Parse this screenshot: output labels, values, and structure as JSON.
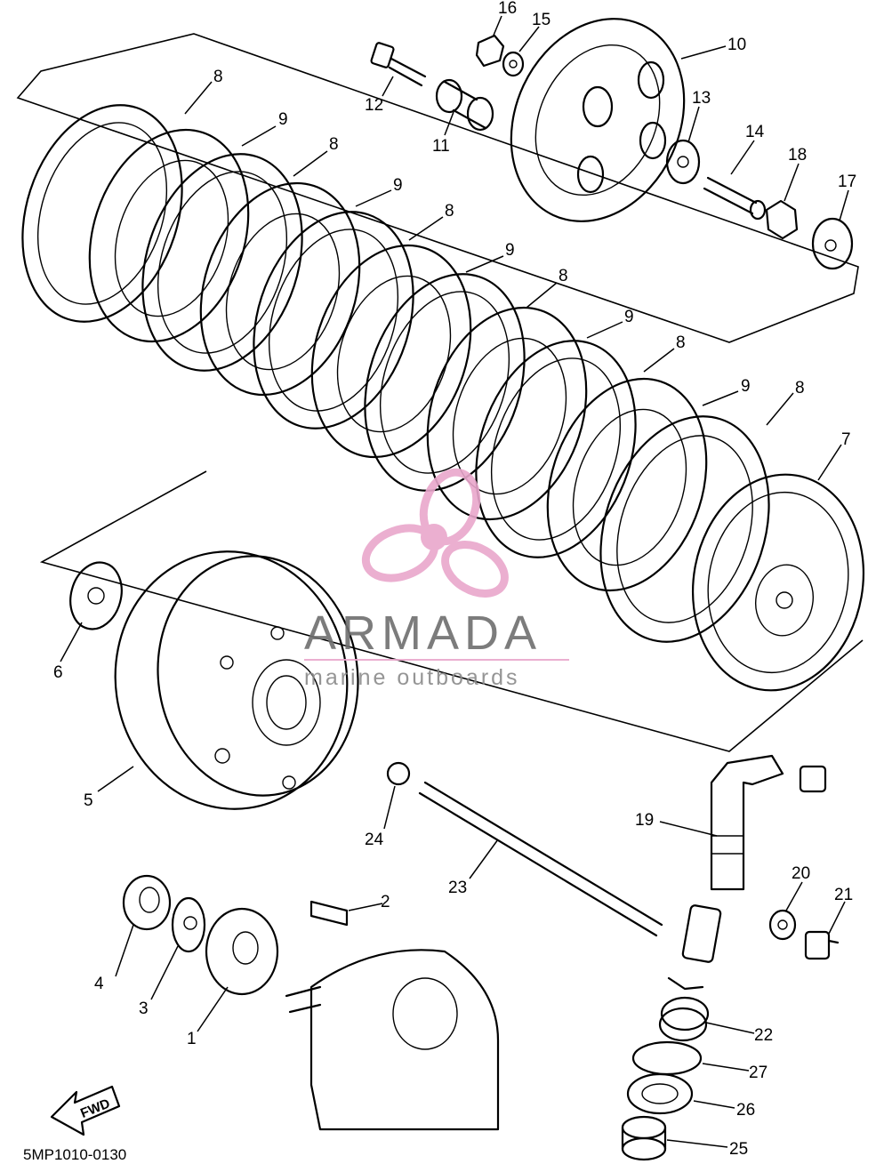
{
  "diagram_code": "5MP1010-0130",
  "direction_label": "FWD",
  "watermark": {
    "title": "ARMADA",
    "subtitle": "marine outboards",
    "pink": "#e9a7cc",
    "gray": "#6e6e6e"
  },
  "callouts": [
    "1",
    "2",
    "3",
    "4",
    "5",
    "6",
    "7",
    "8",
    "9",
    "10",
    "11",
    "12",
    "13",
    "14",
    "15",
    "16",
    "17",
    "18",
    "19",
    "20",
    "21",
    "22",
    "23",
    "24",
    "25",
    "26",
    "27"
  ],
  "colors": {
    "line": "#000000",
    "background": "#ffffff"
  }
}
